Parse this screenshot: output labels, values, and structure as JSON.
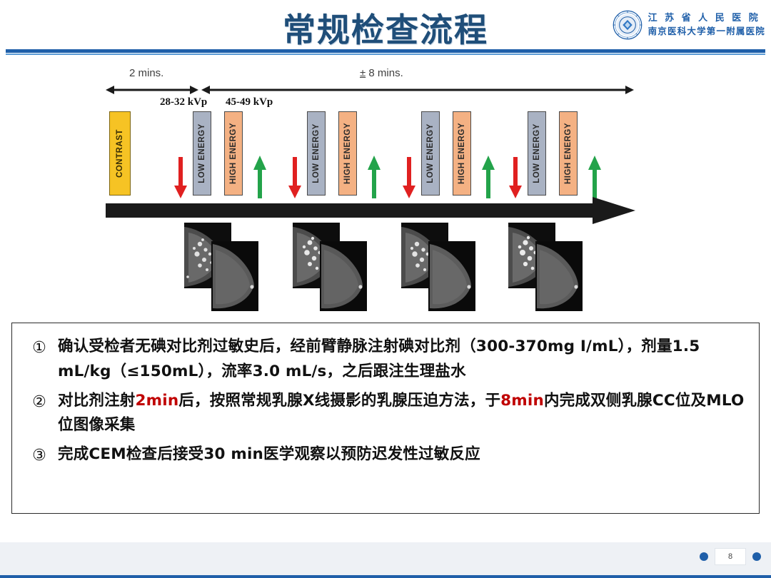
{
  "header": {
    "title": "常规检查流程",
    "title_color": "#1f4e79",
    "logo": {
      "icon": "hospital-seal-icon",
      "line1": "江 苏 省 人 民 医 院",
      "line2": "南京医科大学第一附属医院",
      "color": "#1f5fa9"
    }
  },
  "diagram": {
    "name": "cem-acquisition-timeline",
    "duration_labels": [
      {
        "text": "2 mins.",
        "prefix": ""
      },
      {
        "text": "8 mins.",
        "prefix": "±"
      }
    ],
    "kvp_labels": [
      {
        "text": "28-32 kVp"
      },
      {
        "text": "45-49 kVp"
      }
    ],
    "contrast_box": {
      "label": "CONTRAST",
      "color": "#F6C324"
    },
    "energy_boxes": [
      {
        "label": "LOW ENERGY",
        "color": "#A9B2C3"
      },
      {
        "label": "HIGH ENERGY",
        "color": "#F4B183"
      }
    ],
    "acquisition_count": 4,
    "arrow_down_color": "#E02020",
    "arrow_up_color": "#23A34A",
    "timeline_color": "#1a1a1a",
    "image_pairs": 4
  },
  "content": {
    "bullets": [
      {
        "number": "①",
        "segments": [
          {
            "text": "确认受检者无碘对比剂过敏史后，经前臂静脉注射碘对比剂（300-370mg I/mL），剂量1.5 mL/kg（≤150mL），流率3.0 mL/s，之后跟注生理盐水",
            "highlight": false
          }
        ]
      },
      {
        "number": "②",
        "segments": [
          {
            "text": "对比剂注射",
            "highlight": false
          },
          {
            "text": "2min",
            "highlight": true
          },
          {
            "text": "后，按照常规乳腺X线摄影的乳腺压迫方法，于",
            "highlight": false
          },
          {
            "text": "8min",
            "highlight": true
          },
          {
            "text": "内完成双侧乳腺CC位及MLO位图像采集",
            "highlight": false
          }
        ]
      },
      {
        "number": "③",
        "segments": [
          {
            "text": "完成CEM检查后接受30 min医学观察以预防迟发性过敏反应",
            "highlight": false
          }
        ]
      }
    ],
    "highlight_color": "#c00000"
  },
  "footer": {
    "page_number": "8",
    "dot_color": "#1f5fa9"
  }
}
